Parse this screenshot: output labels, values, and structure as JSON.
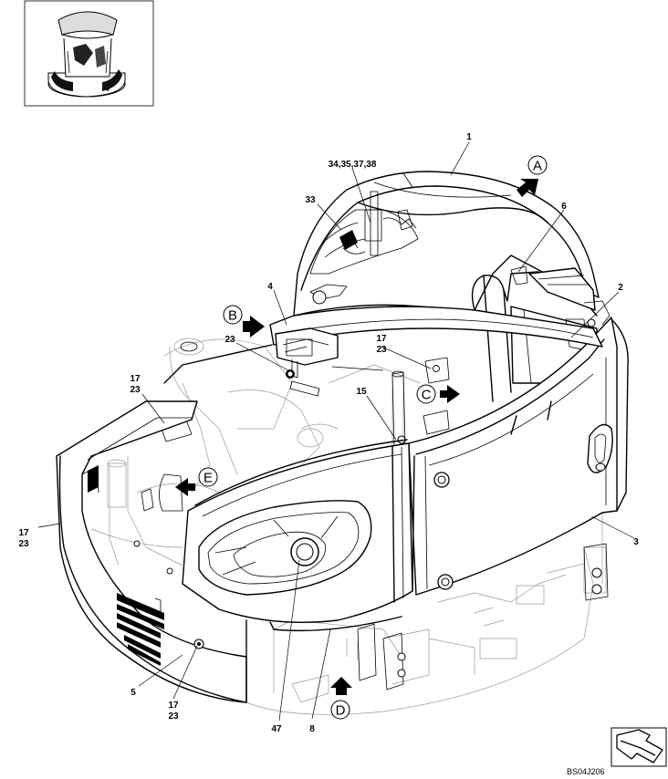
{
  "drawing_code": "BS04J206",
  "part_labels": [
    {
      "id": "lbl-1",
      "text": "1"
    },
    {
      "id": "lbl-34",
      "text": "34,35,37,38"
    },
    {
      "id": "lbl-6",
      "text": "6"
    },
    {
      "id": "lbl-33",
      "text": "33"
    },
    {
      "id": "lbl-4",
      "text": "4"
    },
    {
      "id": "lbl-2",
      "text": "2"
    },
    {
      "id": "lbl-23-a",
      "text": "23"
    },
    {
      "id": "lbl-17-b",
      "text": "17"
    },
    {
      "id": "lbl-23-b",
      "text": "23"
    },
    {
      "id": "lbl-17-c",
      "text": "17"
    },
    {
      "id": "lbl-23-c",
      "text": "23"
    },
    {
      "id": "lbl-15",
      "text": "15"
    },
    {
      "id": "lbl-17-d",
      "text": "17"
    },
    {
      "id": "lbl-23-d",
      "text": "23"
    },
    {
      "id": "lbl-3",
      "text": "3"
    },
    {
      "id": "lbl-5",
      "text": "5"
    },
    {
      "id": "lbl-17-e",
      "text": "17"
    },
    {
      "id": "lbl-23-e",
      "text": "23"
    },
    {
      "id": "lbl-47",
      "text": "47"
    },
    {
      "id": "lbl-8",
      "text": "8"
    }
  ],
  "view_markers": [
    {
      "id": "marker-a",
      "letter": "A"
    },
    {
      "id": "marker-b",
      "letter": "B"
    },
    {
      "id": "marker-c",
      "letter": "C"
    },
    {
      "id": "marker-d",
      "letter": "D"
    },
    {
      "id": "marker-e",
      "letter": "E"
    }
  ],
  "icons": [
    "thumbnail-overview-icon",
    "next-page-arrow-icon",
    "view-direction-arrow-icon"
  ]
}
